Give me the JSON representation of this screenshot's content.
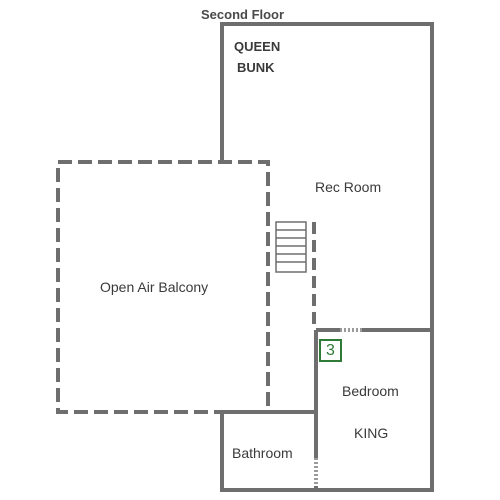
{
  "floor_title": "Second Floor",
  "rooms": {
    "queen_line1": "QUEEN",
    "queen_line2": "BUNK",
    "rec_room": "Rec Room",
    "balcony": "Open Air Balcony",
    "bedroom": "Bedroom",
    "bedroom_bed": "KING",
    "bathroom": "Bathroom"
  },
  "bedroom_number": "3",
  "colors": {
    "wall": "#6e6e6e",
    "badge": "#2f7a37",
    "text": "#3a3a3a"
  }
}
